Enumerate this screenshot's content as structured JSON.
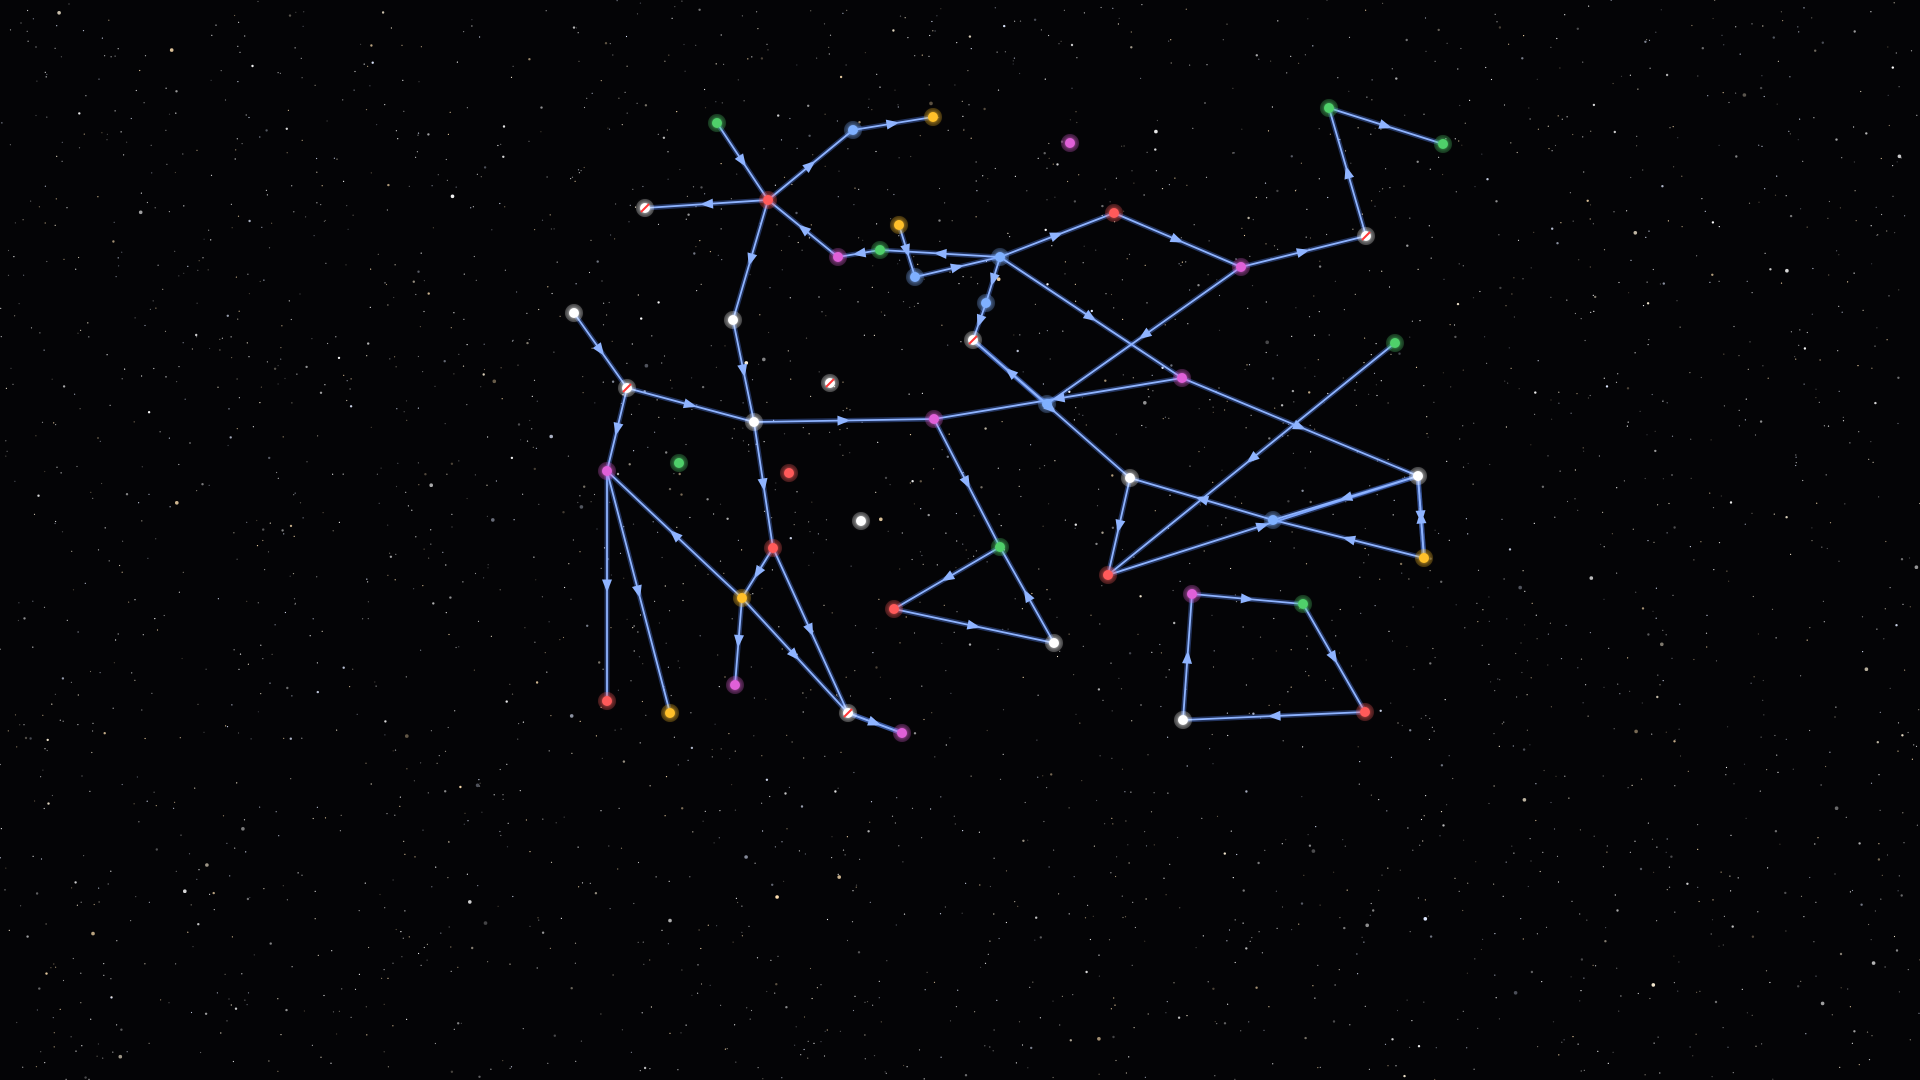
{
  "colors": {
    "background": "#040406",
    "edge": "#8fb4ff",
    "edge_glow": "#5a8cff",
    "node_colors": {
      "red": "#ff5a5a",
      "orange": "#ffc02a",
      "green": "#4fd06a",
      "blue": "#7fb0ff",
      "pink": "#e060d8",
      "white": "#ffffff",
      "marked": "#ffffff"
    }
  },
  "nodes": [
    {
      "id": "n1",
      "color": "green"
    },
    {
      "id": "n2",
      "color": "blue"
    },
    {
      "id": "n3",
      "color": "orange"
    },
    {
      "id": "n4",
      "color": "red"
    },
    {
      "id": "n5",
      "color": "marked"
    },
    {
      "id": "n6",
      "color": "pink"
    },
    {
      "id": "n7",
      "color": "green"
    },
    {
      "id": "n8",
      "color": "orange"
    },
    {
      "id": "n9",
      "color": "blue"
    },
    {
      "id": "n10",
      "color": "blue"
    },
    {
      "id": "n11",
      "color": "red"
    },
    {
      "id": "n12",
      "color": "pink"
    },
    {
      "id": "n13",
      "color": "marked"
    },
    {
      "id": "n14",
      "color": "green"
    },
    {
      "id": "n15",
      "color": "green"
    },
    {
      "id": "n16",
      "color": "pink"
    },
    {
      "id": "n17",
      "color": "blue"
    },
    {
      "id": "n18",
      "color": "white"
    },
    {
      "id": "n19",
      "color": "marked"
    },
    {
      "id": "n20",
      "color": "white"
    },
    {
      "id": "n21",
      "color": "pink"
    },
    {
      "id": "n22",
      "color": "white"
    },
    {
      "id": "n23",
      "color": "marked"
    },
    {
      "id": "n24",
      "color": "blue"
    },
    {
      "id": "n25",
      "color": "white"
    },
    {
      "id": "n26",
      "color": "green"
    },
    {
      "id": "n27",
      "color": "pink"
    },
    {
      "id": "n28",
      "color": "marked"
    },
    {
      "id": "n29",
      "color": "white"
    },
    {
      "id": "n30",
      "color": "red"
    },
    {
      "id": "n31",
      "color": "orange"
    },
    {
      "id": "n32",
      "color": "red"
    },
    {
      "id": "n33",
      "color": "pink"
    },
    {
      "id": "n34",
      "color": "marked"
    },
    {
      "id": "n35",
      "color": "pink"
    },
    {
      "id": "n36",
      "color": "red"
    },
    {
      "id": "n37",
      "color": "orange"
    },
    {
      "id": "n38",
      "color": "green"
    },
    {
      "id": "n39",
      "color": "red"
    },
    {
      "id": "n40",
      "color": "white"
    },
    {
      "id": "n41",
      "color": "orange"
    },
    {
      "id": "n42",
      "color": "blue"
    },
    {
      "id": "n43",
      "color": "orange"
    },
    {
      "id": "n44",
      "color": "red"
    },
    {
      "id": "n45",
      "color": "blue"
    },
    {
      "id": "n46",
      "color": "white"
    },
    {
      "id": "n47",
      "color": "green"
    },
    {
      "id": "n48",
      "color": "pink"
    },
    {
      "id": "n49",
      "color": "pink"
    },
    {
      "id": "n50",
      "color": "green"
    },
    {
      "id": "n51",
      "color": "red"
    },
    {
      "id": "n52",
      "color": "white"
    },
    {
      "id": "n53",
      "color": "marked"
    }
  ],
  "edges": [
    [
      "n1",
      "n4"
    ],
    [
      "n4",
      "n2"
    ],
    [
      "n2",
      "n3"
    ],
    [
      "n4",
      "n5"
    ],
    [
      "n6",
      "n4"
    ],
    [
      "n8",
      "n10"
    ],
    [
      "n10",
      "n9"
    ],
    [
      "n9",
      "n11"
    ],
    [
      "n11",
      "n12"
    ],
    [
      "n12",
      "n13"
    ],
    [
      "n13",
      "n14"
    ],
    [
      "n14",
      "n15"
    ],
    [
      "n9",
      "n7"
    ],
    [
      "n7",
      "n6"
    ],
    [
      "n9",
      "n16"
    ],
    [
      "n9",
      "n17"
    ],
    [
      "n17",
      "n23"
    ],
    [
      "n23",
      "n22"
    ],
    [
      "n16",
      "n21"
    ],
    [
      "n12",
      "n24"
    ],
    [
      "n24",
      "n23"
    ],
    [
      "n4",
      "n18"
    ],
    [
      "n18",
      "n20"
    ],
    [
      "n19",
      "n20"
    ],
    [
      "n20",
      "n21"
    ],
    [
      "n21",
      "n26"
    ],
    [
      "n26",
      "n30"
    ],
    [
      "n30",
      "n29"
    ],
    [
      "n29",
      "n26"
    ],
    [
      "n20",
      "n32"
    ],
    [
      "n32",
      "n31"
    ],
    [
      "n31",
      "n35"
    ],
    [
      "n31",
      "n28"
    ],
    [
      "n32",
      "n34"
    ],
    [
      "n34",
      "n33"
    ],
    [
      "n28",
      "n33"
    ],
    [
      "n31",
      "n27"
    ],
    [
      "n27",
      "n36"
    ],
    [
      "n27",
      "n37"
    ],
    [
      "n25",
      "n19"
    ],
    [
      "n19",
      "n27"
    ],
    [
      "n38",
      "n39"
    ],
    [
      "n16",
      "n40"
    ],
    [
      "n40",
      "n41"
    ],
    [
      "n42",
      "n22"
    ],
    [
      "n41",
      "n42"
    ],
    [
      "n22",
      "n43"
    ],
    [
      "n43",
      "n44"
    ],
    [
      "n44",
      "n45"
    ],
    [
      "n45",
      "n46"
    ],
    [
      "n47",
      "n46"
    ],
    [
      "n46",
      "n48"
    ],
    [
      "n49",
      "n50"
    ],
    [
      "n50",
      "n51"
    ],
    [
      "n51",
      "n52"
    ],
    [
      "n52",
      "n53"
    ],
    [
      "n53",
      "n49"
    ],
    [
      "n44",
      "n40"
    ]
  ],
  "isolated_stars": [
    {
      "id": "i1",
      "color": "pink"
    },
    {
      "id": "i2",
      "color": "marked"
    },
    {
      "id": "i3",
      "color": "green"
    },
    {
      "id": "i4",
      "color": "red"
    },
    {
      "id": "i5",
      "color": "white"
    }
  ]
}
